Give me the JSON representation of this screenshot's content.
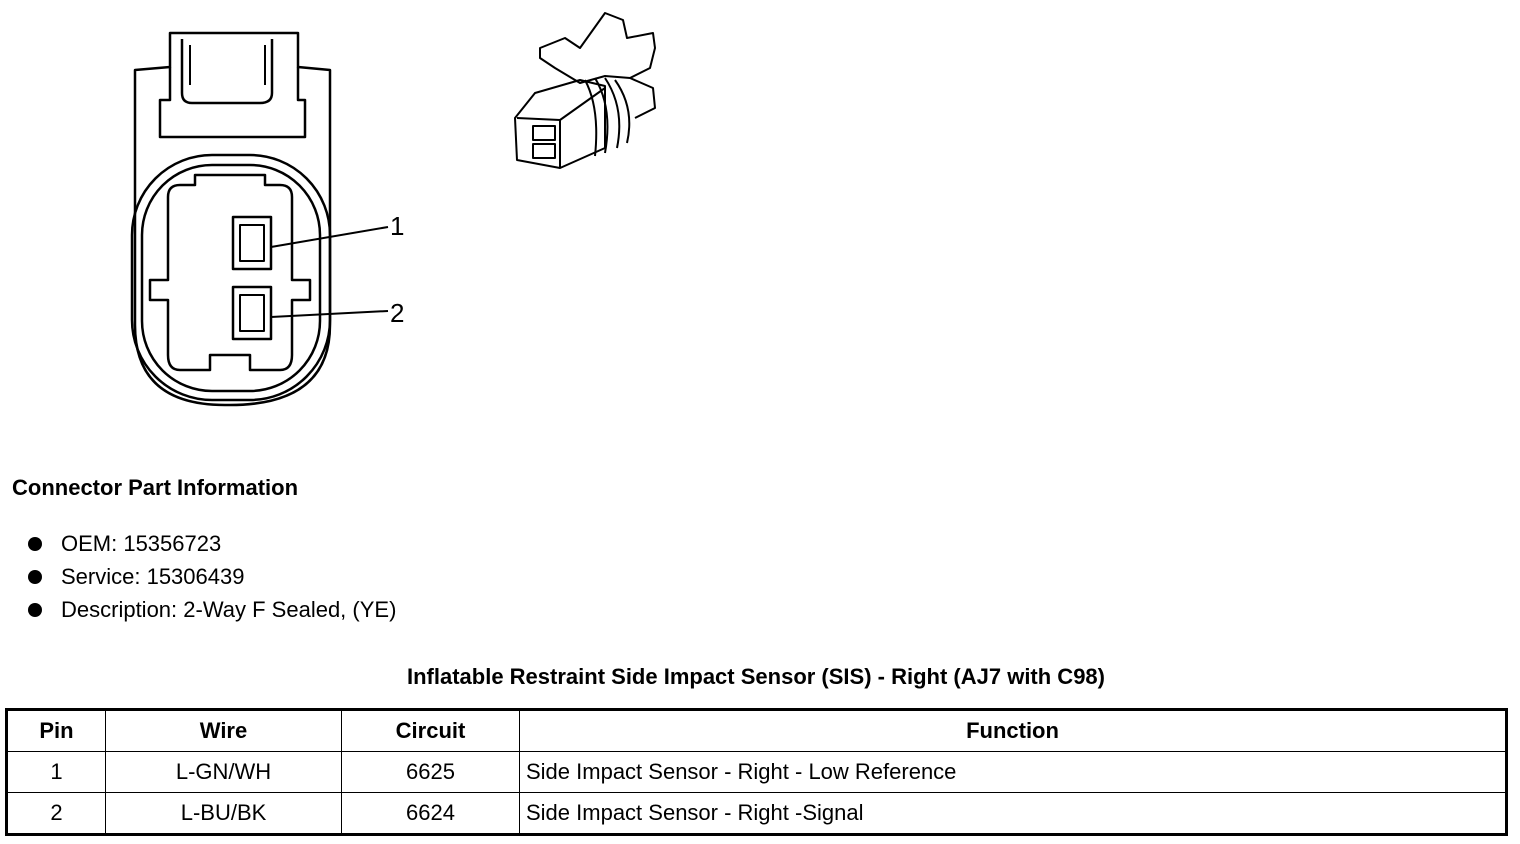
{
  "diagram": {
    "pin_labels": [
      "1",
      "2"
    ]
  },
  "part_info": {
    "heading": "Connector Part Information",
    "items": [
      "OEM: 15356723",
      "Service: 15306439",
      "Description: 2-Way F Sealed, (YE)"
    ]
  },
  "table": {
    "title": "Inflatable Restraint Side Impact Sensor (SIS) - Right (AJ7 with C98)",
    "headers": [
      "Pin",
      "Wire",
      "Circuit",
      "Function"
    ],
    "rows": [
      [
        "1",
        "L-GN/WH",
        "6625",
        "Side Impact Sensor - Right - Low Reference"
      ],
      [
        "2",
        "L-BU/BK",
        "6624",
        "Side Impact Sensor - Right -Signal"
      ]
    ]
  }
}
